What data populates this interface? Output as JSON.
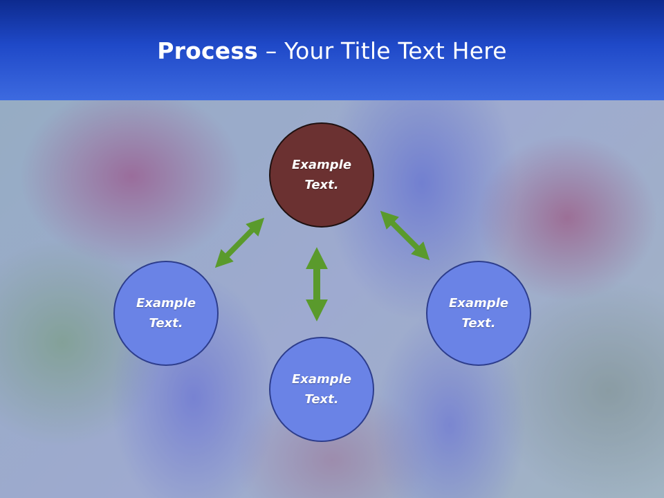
{
  "title": {
    "bold": "Process",
    "rest": " – Your Title Text Here"
  },
  "nodes": [
    {
      "id": "top",
      "label": "Example\nText.",
      "color": "#6b3131"
    },
    {
      "id": "left",
      "label": "Example\nText.",
      "color": "#6a83e6"
    },
    {
      "id": "bottom",
      "label": "Example\nText.",
      "color": "#6a83e6"
    },
    {
      "id": "right",
      "label": "Example\nText.",
      "color": "#6a83e6"
    }
  ],
  "colors": {
    "header": "#1f49c8",
    "arrow": "#5a9a2c",
    "center_node": "#6b3131",
    "outer_node": "#6a83e6"
  }
}
